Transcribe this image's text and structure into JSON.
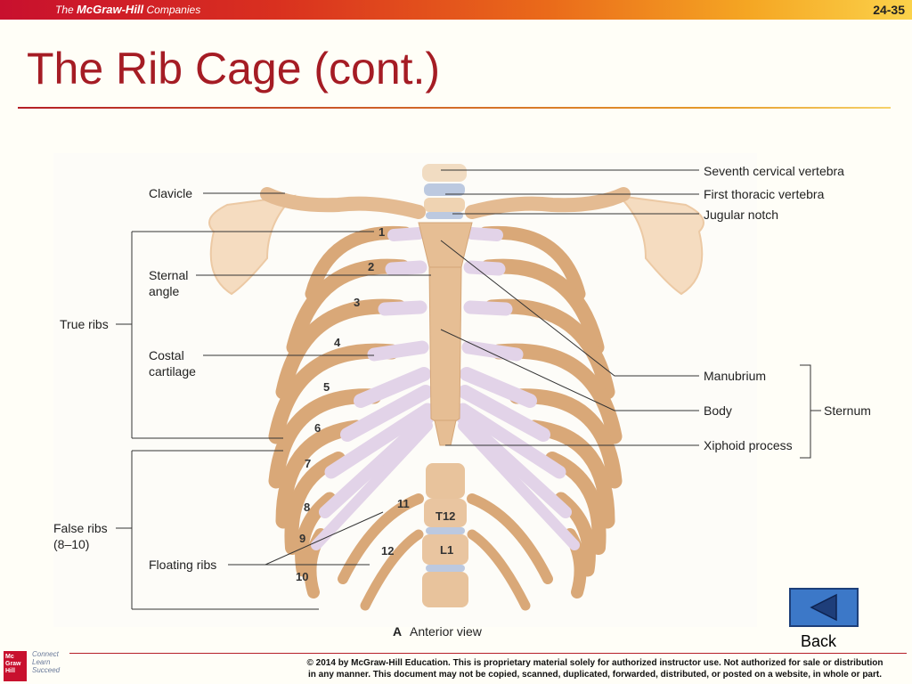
{
  "slide": {
    "brand_prefix": "The",
    "brand_name": "McGraw-Hill",
    "brand_suffix": "Companies",
    "number": "24-35",
    "title": "The Rib Cage (cont.)"
  },
  "diagram": {
    "left_labels": {
      "clavicle": "Clavicle",
      "sternal_angle_1": "Sternal",
      "sternal_angle_2": "angle",
      "costal_cartilage_1": "Costal",
      "costal_cartilage_2": "cartilage",
      "true_ribs": "True ribs",
      "false_ribs_1": "False ribs",
      "false_ribs_2": "(8–10)",
      "floating_ribs": "Floating ribs"
    },
    "right_labels": {
      "seventh_cervical": "Seventh cervical vertebra",
      "first_thoracic": "First thoracic vertebra",
      "jugular_notch": "Jugular notch",
      "manubrium": "Manubrium",
      "body": "Body",
      "xiphoid": "Xiphoid process",
      "sternum": "Sternum"
    },
    "rib_numbers": [
      "1",
      "2",
      "3",
      "4",
      "5",
      "6",
      "7",
      "8",
      "9",
      "10",
      "11",
      "12"
    ],
    "vertebra_labels": {
      "t12": "T12",
      "l1": "L1"
    },
    "caption_letter": "A",
    "caption_text": "Anterior view"
  },
  "navigation": {
    "back_label": "Back"
  },
  "footer": {
    "logo_text": "Mc Graw Hill",
    "tagline_1": "Connect",
    "tagline_2": "Learn",
    "tagline_3": "Succeed",
    "copyright_1": "© 2014 by McGraw-Hill Education.  This is proprietary material solely for authorized instructor use. Not authorized for sale or distribution",
    "copyright_2": "in any manner.  This document may not be copied, scanned, duplicated, forwarded, distributed, or posted on a website, in whole or part."
  },
  "colors": {
    "title_red": "#a51c24",
    "bone": "#d9a878",
    "cartilage": "#e2d3e8",
    "back_button": "#3c78c8"
  }
}
